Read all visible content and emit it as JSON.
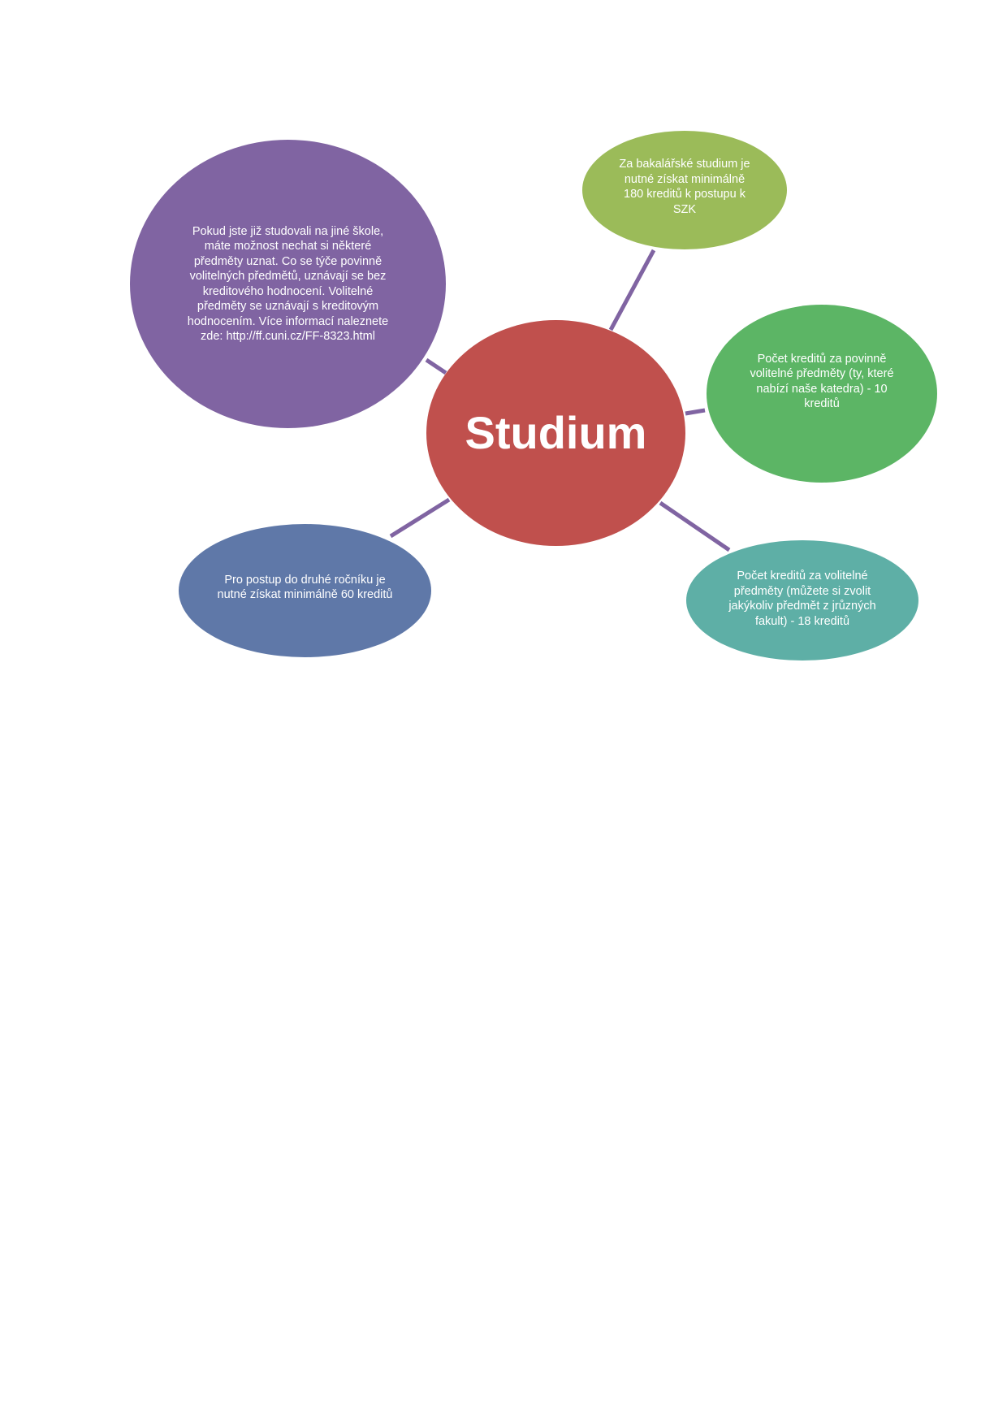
{
  "diagram": {
    "center": {
      "label": "Studium",
      "color": "#c0504d"
    },
    "nodes": [
      {
        "id": "recognition",
        "label": "Pokud jste již studovali na jiné škole, máte možnost nechat si některé předměty uznat. Co se týče povinně volitelných předmětů, uznávají se bez kreditového hodnocení. Volitelné předměty se uznávají s kreditovým hodnocením. Více informací naleznete zde: http://ff.cuni.cz/FF-8323.html",
        "color": "#8064a2"
      },
      {
        "id": "bachelor",
        "label": "Za bakalářské studium je nutné získat minimálně 180 kreditů k postupu k SZK",
        "color": "#9bbb59"
      },
      {
        "id": "compulsory-elective",
        "label": "Počet kreditů za povinně volitelné předměty (ty, které nabízí naše katedra) - 10 kreditů",
        "color": "#5cb565"
      },
      {
        "id": "elective",
        "label": "Počet kreditů za volitelné předměty (můžete si zvolit jakýkoliv předmět z jrůzných fakult) - 18 kreditů",
        "color": "#5eafa6"
      },
      {
        "id": "second-year",
        "label": "Pro postup do druhé ročníku je nutné získat minimálně 60 kreditů",
        "color": "#5f78a8"
      }
    ],
    "connector_color": "#8064a2"
  }
}
